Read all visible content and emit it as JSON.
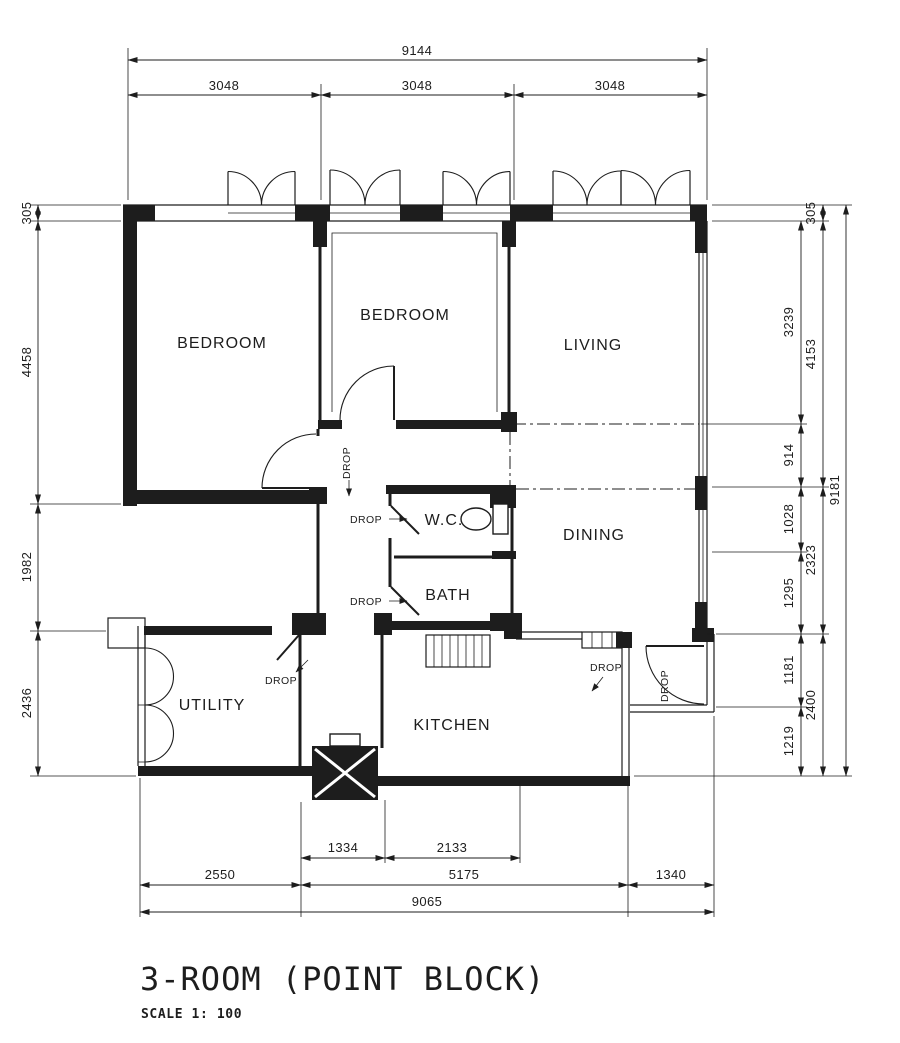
{
  "sheet": {
    "title": "3-ROOM (POINT BLOCK)",
    "scale": "SCALE 1: 100"
  },
  "rooms": {
    "bedroom_left": "BEDROOM",
    "bedroom_center": "BEDROOM",
    "living": "LIVING",
    "dining": "DINING",
    "wc": "W.C.",
    "bath": "BATH",
    "utility": "UTILITY",
    "kitchen": "KITCHEN"
  },
  "drops": {
    "corridor": "DROP",
    "wc": "DROP",
    "bath": "DROP",
    "utility": "DROP",
    "kitchen": "DROP",
    "entrance": "DROP"
  },
  "dims": {
    "top": {
      "overall": "9144",
      "seg1": "3048",
      "seg2": "3048",
      "seg3": "3048"
    },
    "left": {
      "wall": "305",
      "seg1": "4458",
      "seg2": "1982",
      "seg3": "2436"
    },
    "right": {
      "wall": "305",
      "col_inner": {
        "a1": "3239",
        "a2": "914",
        "a3": "1028",
        "a4": "1295",
        "a5": "1181",
        "a6": "1219"
      },
      "col_mid": {
        "b1": "4153",
        "b2": "2323",
        "b3": "2400"
      },
      "overall": "9181"
    },
    "bottom": {
      "inner1": "1334",
      "inner2": "2133",
      "mid1": "2550",
      "mid2": "5175",
      "mid3": "1340",
      "overall": "9065"
    }
  },
  "colors": {
    "ink": "#1d1d1d",
    "background": "#ffffff"
  }
}
